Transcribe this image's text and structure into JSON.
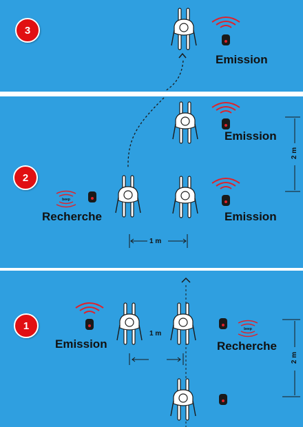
{
  "panels": [
    {
      "step": "3",
      "labels": {
        "emission": "Emission"
      }
    },
    {
      "step": "2",
      "labels": {
        "emission_top": "Emission",
        "emission_bottom": "Emission",
        "recherche": "Recherche",
        "beep": "beep",
        "spacing_h": "1 m",
        "spacing_v": "2 m"
      }
    },
    {
      "step": "1",
      "labels": {
        "emission": "Emission",
        "recherche": "Recherche",
        "beep": "beep",
        "spacing_h": "1 m",
        "spacing_v": "2 m"
      }
    }
  ],
  "colors": {
    "background": "#2f9fe0",
    "step_badge": "#e10f12",
    "signal": "#e0222a",
    "beacon": "#1a1a1a",
    "figure_stroke": "#1a1a1a",
    "figure_fill": "#ffffff"
  },
  "icons": [
    "beacon-icon",
    "signal-waves-icon",
    "skier-icon",
    "direction-arrow-icon"
  ]
}
